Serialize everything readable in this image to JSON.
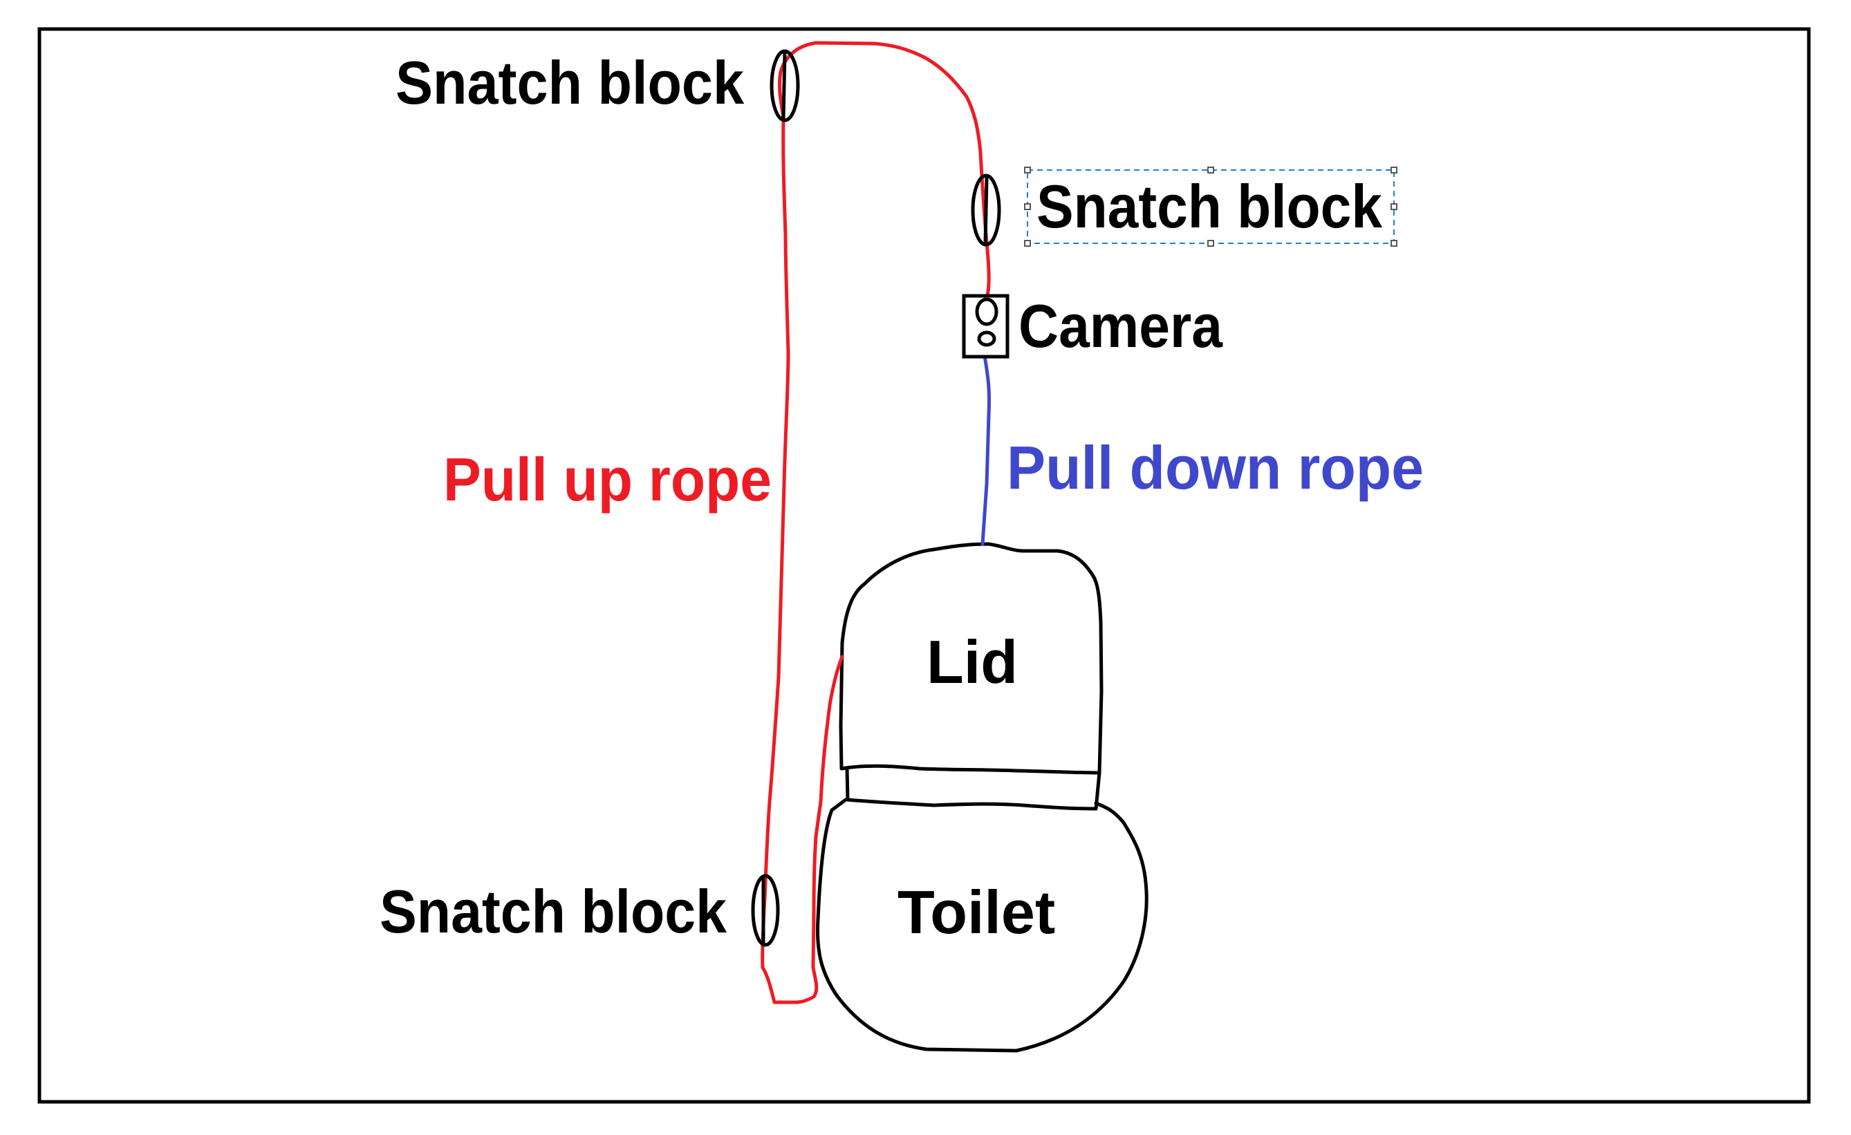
{
  "diagram": {
    "labels": {
      "snatch_block_top": "Snatch block",
      "snatch_block_mid": "Snatch block",
      "snatch_block_bottom": "Snatch block",
      "camera": "Camera",
      "pull_up_rope": "Pull up rope",
      "pull_down_rope": "Pull down rope",
      "lid": "Lid",
      "toilet": "Toilet"
    },
    "colors": {
      "pull_up_rope": "#ED1C24",
      "pull_down_rope": "#3F48CC",
      "outline": "#000000",
      "selection": "#1E7FD0"
    },
    "selected_label": "snatch_block_mid"
  }
}
